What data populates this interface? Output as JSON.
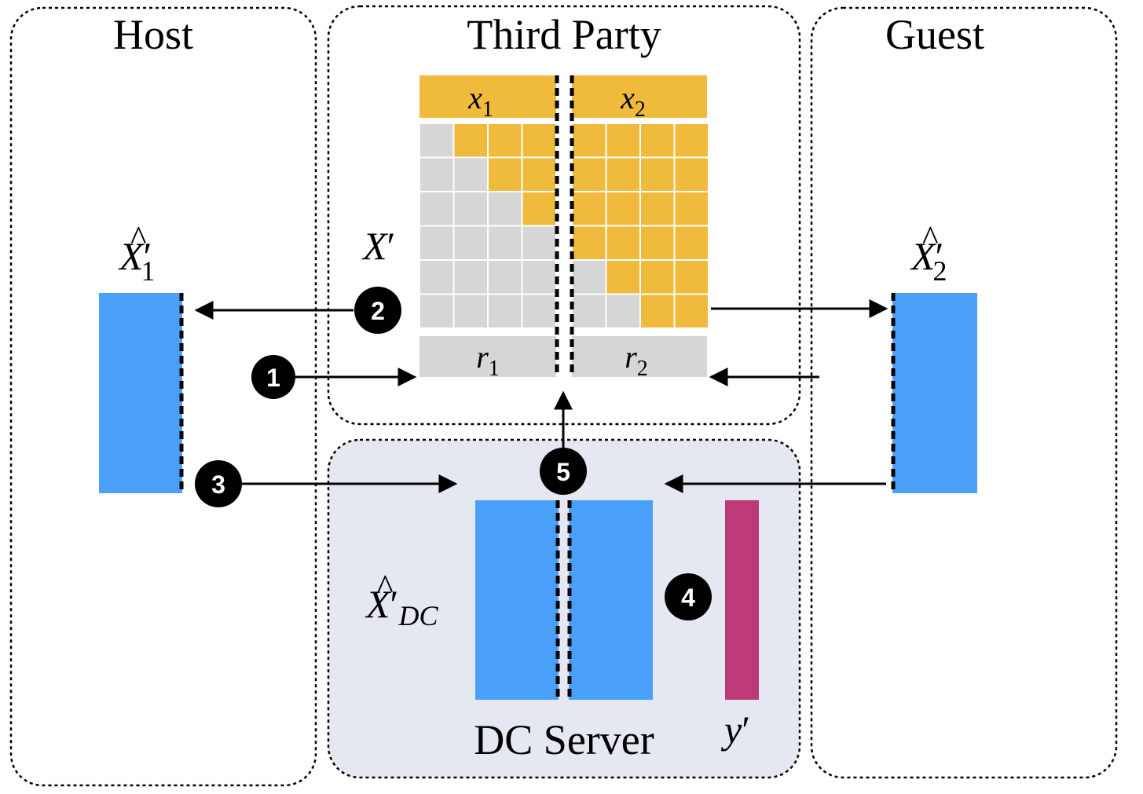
{
  "panels": {
    "host": "Host",
    "third_party": "Third Party",
    "guest": "Guest",
    "dc_server": "DC Server"
  },
  "math_labels": {
    "x_hat_1": {
      "base": "X",
      "accent": "^",
      "prime": "′",
      "sub": "1"
    },
    "x_hat_2": {
      "base": "X",
      "accent": "^",
      "prime": "′",
      "sub": "2"
    },
    "x_prime": {
      "base": "X",
      "prime": "′"
    },
    "x_hat_dc": {
      "base": "X",
      "accent": "^",
      "prime": "′",
      "sub": "DC"
    },
    "y_prime": {
      "base": "y",
      "prime": "′"
    },
    "x1": {
      "base": "x",
      "sub": "1"
    },
    "x2": {
      "base": "x",
      "sub": "2"
    },
    "r1": {
      "base": "r",
      "sub": "1"
    },
    "r2": {
      "base": "r",
      "sub": "2"
    }
  },
  "steps": [
    "1",
    "2",
    "3",
    "4",
    "5"
  ],
  "colors": {
    "blue": "#4aa0f8",
    "yellow": "#f0bb3c",
    "gray": "#d6d6d6",
    "magenta": "#bd3a78",
    "dc_background": "#e5e7f1",
    "black": "#000000"
  }
}
